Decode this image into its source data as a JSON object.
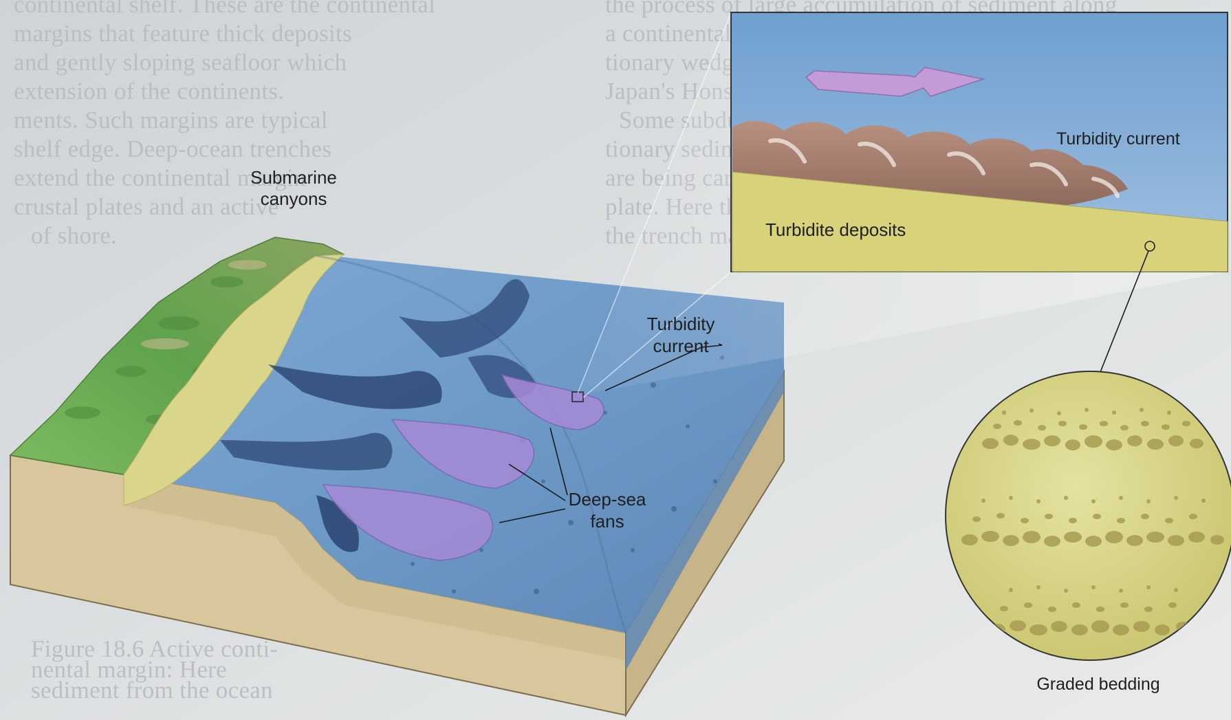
{
  "labels": {
    "submarine_canyons_line1": "Submarine",
    "submarine_canyons_line2": "canyons",
    "turbidity_current_line1": "Turbidity",
    "turbidity_current_line2": "current",
    "deep_sea_fans_line1": "Deep-sea",
    "deep_sea_fans_line2": "fans",
    "inset_turbidity_current": "Turbidity current",
    "inset_turbidite_deposits": "Turbidite deposits",
    "graded_bedding": "Graded bedding"
  },
  "colors": {
    "page_background": "#d2d5d7",
    "ocean_blue": "#6f9dc9",
    "land_green": "#6fb25a",
    "coastal_sand": "#d9d58a",
    "block_side": "#d8c79c",
    "fan_purple": "#a68ad6",
    "deposit_yellow": "#d8d27a",
    "current_arrow": "#c99ad9"
  }
}
